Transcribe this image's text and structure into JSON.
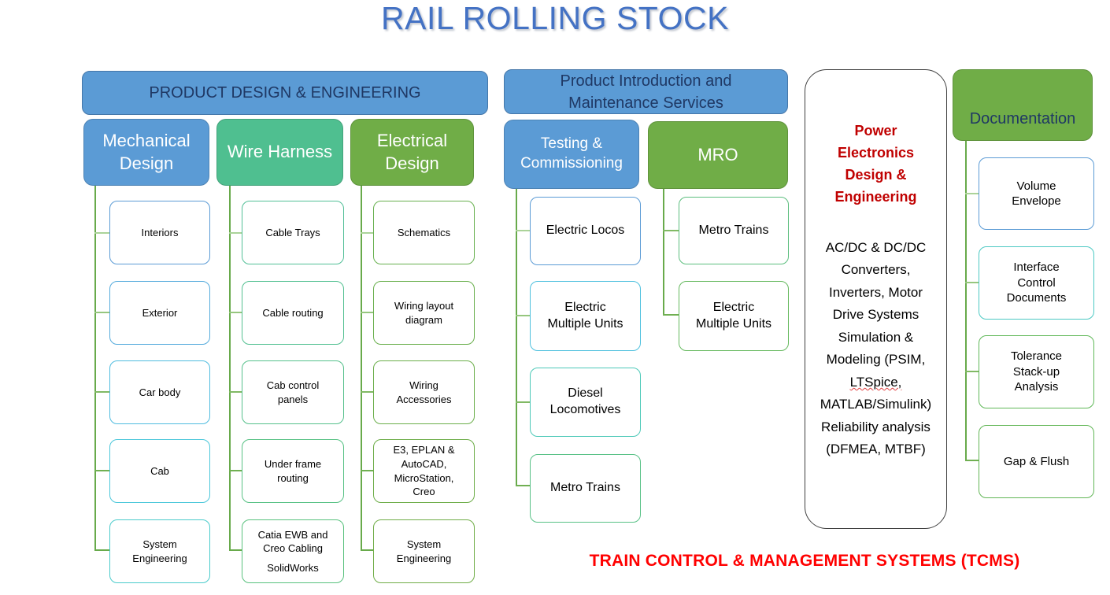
{
  "title": "RAIL ROLLING STOCK",
  "footer": "TRAIN CONTROL & MANAGEMENT SYSTEMS (TCMS)",
  "colors": {
    "title_blue": "#4472C4",
    "header_blue_fill": "#5B9BD5",
    "header_navy_text": "#1F3864",
    "mint_fill": "#4FBF90",
    "green_fill": "#70AD47",
    "connector_green": "#68AA4B",
    "power_red": "#C00000",
    "footer_red": "#FF0000"
  },
  "left": {
    "header": "PRODUCT DESIGN & ENGINEERING",
    "header_fill": "#5B9BD5",
    "columns": [
      {
        "label": "Mechanical Design",
        "fill": "#5B9BD5",
        "items": [
          {
            "text": "Interiors",
            "border": "#5B9BD5"
          },
          {
            "text": "Exterior",
            "border": "#55ABDC"
          },
          {
            "text": "Car body",
            "border": "#4FBCDF"
          },
          {
            "text": "Cab",
            "border": "#4BC7DA"
          },
          {
            "text": "System Engineering",
            "border": "#4ACBCB"
          }
        ]
      },
      {
        "label": "Wire Harness",
        "fill": "#4FBF90",
        "items": [
          {
            "text": "Cable Trays",
            "border": "#52BF97"
          },
          {
            "text": "Cable routing",
            "border": "#53C091"
          },
          {
            "text": "Cab control panels",
            "border": "#55C08B"
          },
          {
            "text": "Under frame routing",
            "border": "#57C184"
          },
          {
            "text": "Catia EWB and Creo Cabling",
            "text2": "SolidWorks",
            "border": "#59C17D"
          }
        ]
      },
      {
        "label": "Electrical Design",
        "fill": "#70AD47",
        "items": [
          {
            "text": "Schematics",
            "border": "#67B04E"
          },
          {
            "text": "Wiring layout diagram",
            "border": "#69AF4C"
          },
          {
            "text": "Wiring Accessories",
            "border": "#6BAE4A"
          },
          {
            "text": "E3, EPLAN & AutoCAD, MicroStation, Creo",
            "border": "#6DAD48"
          },
          {
            "text": "System Engineering",
            "border": "#70AD47"
          }
        ]
      }
    ]
  },
  "middle": {
    "header": "Product Introduction and Maintenance Services",
    "header_fill": "#5B9BD5",
    "columns": [
      {
        "label": "Testing & Commissioning",
        "fill": "#5B9BD5",
        "items": [
          {
            "text": "Electric Locos",
            "border": "#5B9BD5"
          },
          {
            "text": "Electric Multiple Units",
            "border": "#4EC0DE"
          },
          {
            "text": "Diesel Locomotives",
            "border": "#4DC9B8"
          },
          {
            "text": "Metro Trains",
            "border": "#58C186"
          }
        ]
      },
      {
        "label": "MRO",
        "fill": "#70AD47",
        "items": [
          {
            "text": "Metro Trains",
            "border": "#5CBE7E"
          },
          {
            "text": "Electric Multiple Units",
            "border": "#66B95F"
          }
        ]
      }
    ]
  },
  "power": {
    "heading": "Power Electronics Design & Engineering",
    "body_before": "AC/DC & DC/DC Converters, Inverters,  Motor Drive Systems Simulation & Modeling (PSIM, ",
    "spellcheck_word": "LTSpice,",
    "body_after": " MATLAB/Simulink) Reliability analysis (DFMEA, MTBF)"
  },
  "documentation": {
    "header": "Documentation",
    "header_fill": "#70AD47",
    "items": [
      {
        "text": "Volume Envelope",
        "border": "#5B9BD5"
      },
      {
        "text": "Interface Control Documents",
        "border": "#4CC9C3"
      },
      {
        "text": "Tolerance Stack-up Analysis",
        "border": "#5FB858"
      },
      {
        "text": "Gap & Flush",
        "border": "#62B656"
      }
    ]
  }
}
